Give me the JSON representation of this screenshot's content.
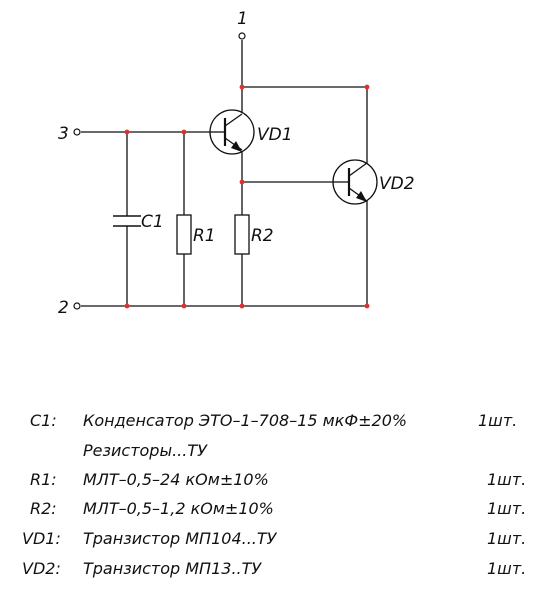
{
  "diagram": {
    "terminals": {
      "t1": "1",
      "t2": "2",
      "t3": "3"
    },
    "components": {
      "c1": "C1",
      "r1": "R1",
      "r2": "R2",
      "vd1": "VD1",
      "vd2": "VD2"
    }
  },
  "bom": [
    {
      "ref": "C1:",
      "desc": "Конденсатор ЭТО–1–708–15 мкФ±20%",
      "qty": "1шт."
    },
    {
      "ref": "",
      "desc": "Резисторы...ТУ",
      "qty": ""
    },
    {
      "ref": "R1:",
      "desc": "МЛТ–0,5–24 кОм±10%",
      "qty": "1шт."
    },
    {
      "ref": "R2:",
      "desc": "МЛТ–0,5–1,2 кОм±10%",
      "qty": "1шт."
    },
    {
      "ref": "VD1:",
      "desc": "Транзистор МП104...ТУ",
      "qty": "1шт."
    },
    {
      "ref": "VD2:",
      "desc": "Транзистор МП13..ТУ",
      "qty": "1шт."
    }
  ]
}
